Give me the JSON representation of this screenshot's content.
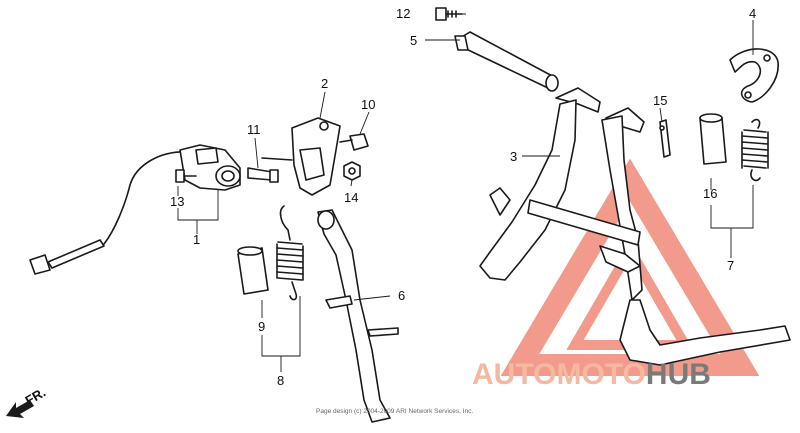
{
  "callouts": {
    "n1": "1",
    "n2": "2",
    "n3": "3",
    "n4": "4",
    "n5": "5",
    "n6": "6",
    "n7": "7",
    "n8": "8",
    "n9": "9",
    "n10": "10",
    "n11": "11",
    "n12": "12",
    "n13": "13",
    "n14": "14",
    "n15": "15",
    "n16": "16"
  },
  "direction": {
    "label": "FR."
  },
  "copyright": "Page design (c) 2004-2009 ARI Network Services, Inc.",
  "watermark": {
    "auto": "AUTO",
    "moto": "MOTO",
    "hub": "HUB",
    "color_light": "#f5b8a0",
    "color_dark": "#7a7a7a",
    "logo_color": "#f08a7a"
  }
}
